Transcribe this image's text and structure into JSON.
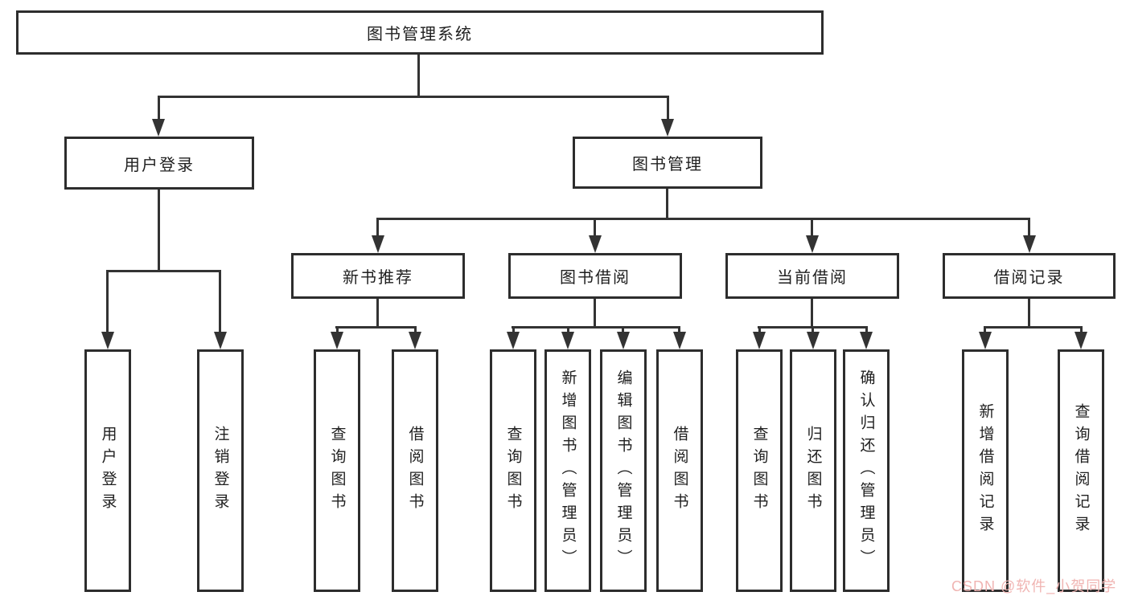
{
  "diagram": {
    "root": {
      "label": "图书管理系统",
      "children": [
        {
          "label": "用户登录",
          "children": [
            {
              "label": "用户登录"
            },
            {
              "label": "注销登录"
            }
          ]
        },
        {
          "label": "图书管理",
          "children": [
            {
              "label": "新书推荐",
              "children": [
                {
                  "label": "查询图书"
                },
                {
                  "label": "借阅图书"
                }
              ]
            },
            {
              "label": "图书借阅",
              "children": [
                {
                  "label": "查询图书"
                },
                {
                  "label": "新增图书（管理员）"
                },
                {
                  "label": "编辑图书（管理员）"
                },
                {
                  "label": "借阅图书"
                }
              ]
            },
            {
              "label": "当前借阅",
              "children": [
                {
                  "label": "查询图书"
                },
                {
                  "label": "归还图书"
                },
                {
                  "label": "确认归还（管理员）"
                }
              ]
            },
            {
              "label": "借阅记录",
              "children": [
                {
                  "label": "新增借阅记录"
                },
                {
                  "label": "查询借阅记录"
                }
              ]
            }
          ]
        }
      ]
    }
  },
  "watermark": {
    "text": "CSDN @软件_小贺同学"
  },
  "colors": {
    "line": "#333333",
    "box_border": "#2d2d2d",
    "text": "#1f1f1f",
    "background": "#ffffff",
    "watermark": "#f0b4b2"
  }
}
